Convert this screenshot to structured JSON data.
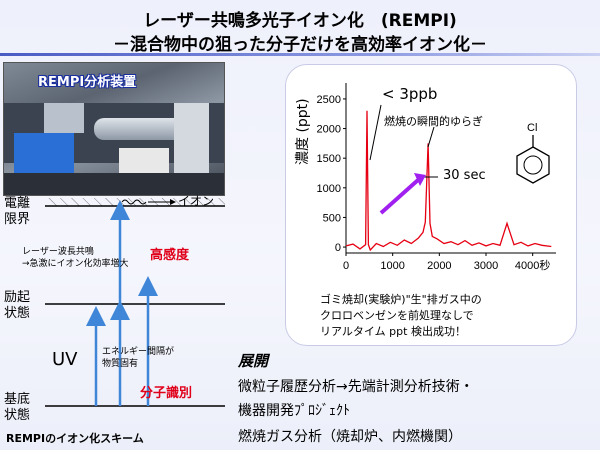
{
  "header": {
    "title": "レーザー共鳴多光子イオン化　(REMPI)",
    "subtitle": "－混合物中の狙った分子だけを高効率イオン化－"
  },
  "photo": {
    "label": "REMPI分析装置"
  },
  "scheme": {
    "level_ionization": "電離\n限界",
    "ion_label": "イオン",
    "level_excited": "励起\n状態",
    "level_ground": "基底\n状態",
    "resonance_note": "レーザー波長共鳴\n→急激にイオン化効率増大",
    "high_sensitivity": "高感度",
    "energy_gap_note": "エネルギー間隔が\n物質固有",
    "selectivity": "分子識別",
    "uv": "UV",
    "caption": "REMPIのイオン化スキーム"
  },
  "chart_data": {
    "type": "line",
    "ylabel": "濃度 (ppt)",
    "x_ticks": [
      "0",
      "1000",
      "2000",
      "3000",
      "4000秒"
    ],
    "y_ticks": [
      "0",
      "500",
      "1000",
      "1500",
      "2000",
      "2500"
    ],
    "xlim": [
      0,
      4500
    ],
    "ylim": [
      -100,
      2600
    ],
    "annotations": {
      "limit": "< 3ppb",
      "fluctuation": "燃焼の瞬間的ゆらぎ",
      "width": "30 sec"
    },
    "molecule": "Cl",
    "series": [
      {
        "x": [
          0,
          150,
          300,
          420,
          450,
          480,
          520,
          650,
          800,
          950,
          1100,
          1250,
          1400,
          1550,
          1650,
          1700,
          1760,
          1800,
          1850,
          1950,
          2100,
          2250,
          2400,
          2550,
          2700,
          2850,
          3000,
          3150,
          3300,
          3450,
          3600,
          3750,
          3900,
          4050,
          4200,
          4400
        ],
        "y": [
          20,
          50,
          -30,
          40,
          2300,
          40,
          -50,
          60,
          10,
          80,
          30,
          120,
          60,
          150,
          250,
          420,
          1750,
          400,
          180,
          140,
          60,
          90,
          40,
          110,
          30,
          70,
          20,
          60,
          30,
          400,
          40,
          80,
          20,
          60,
          30,
          10
        ]
      }
    ]
  },
  "chart_caption": {
    "line1": "ゴミ焼却(実験炉)\"生\"排ガス中の",
    "line2": "クロロベンゼンを前処理なしで",
    "line3": "リアルタイム ppt 検出成功！"
  },
  "development": {
    "heading": "展開",
    "line1": "微粒子履歴分析→先端計測分析技術・",
    "line2": "機器開発ﾌﾟﾛｼﾞｪｸﾄ",
    "line3": "燃焼ガス分析（焼却炉、内燃機関）"
  },
  "colors": {
    "chart_line": "#e60012",
    "highlight_red": "#e0001a",
    "arrow_blue": "#3f86d8",
    "arrow_magenta": "#a020f0"
  }
}
